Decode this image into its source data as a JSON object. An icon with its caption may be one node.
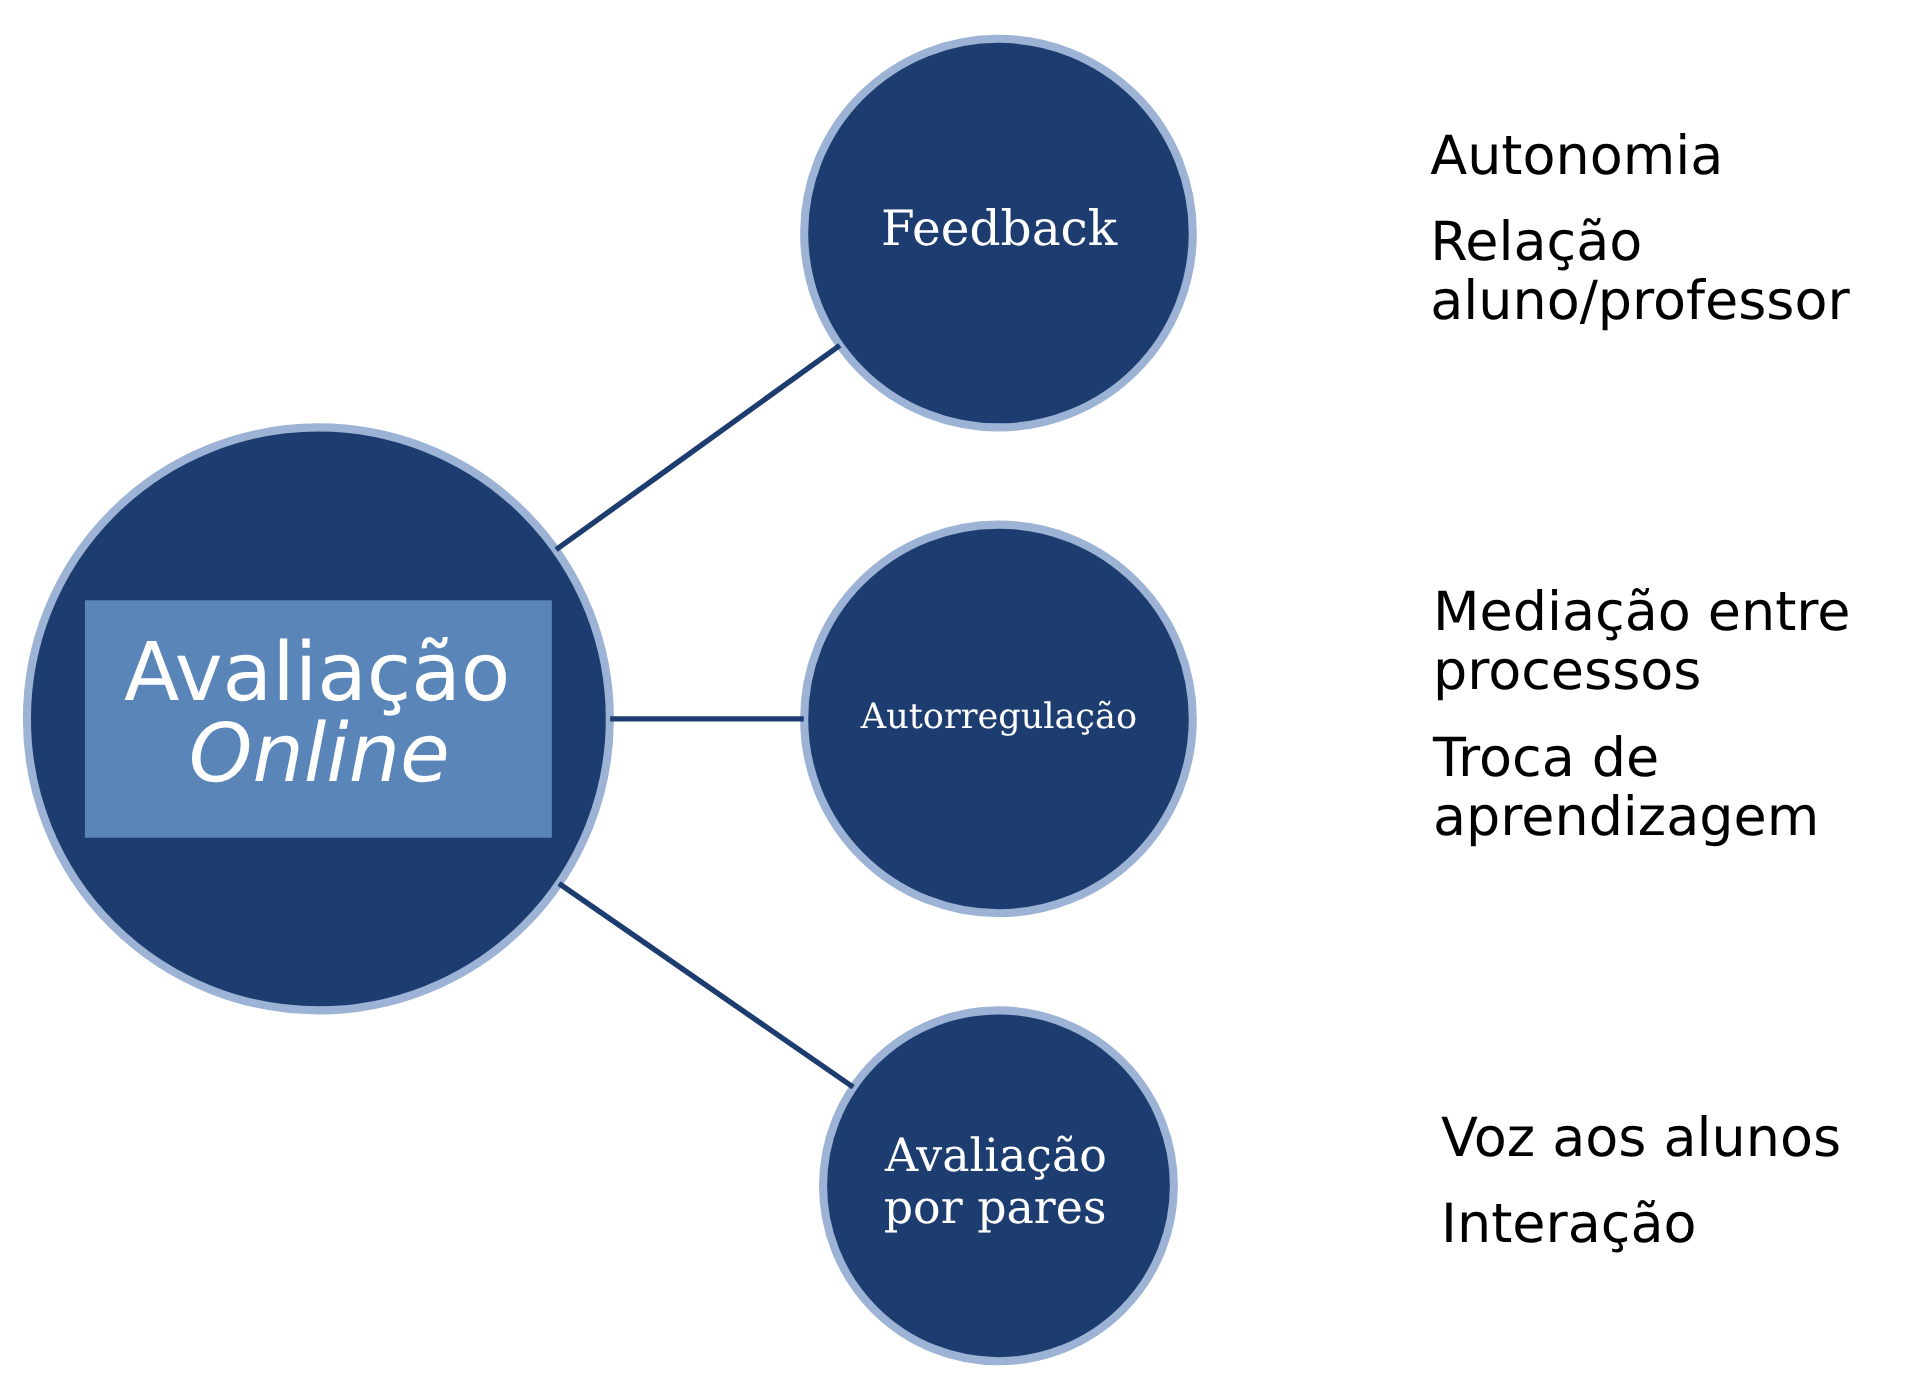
{
  "diagram": {
    "nodes": [
      {
        "text": [
          "Avaliação *Online*"
        ]
      },
      {
        "text": [
          "Feedback"
        ],
        "beside": [
          "Autonomia",
          "Relação aluno/professor"
        ]
      },
      {
        "text": [
          "Autorregulação"
        ],
        "beside": [
          "Mediação entre processos",
          "Troca de aprendizagem"
        ]
      },
      {
        "text": [
          "Avaliação por pares"
        ],
        "beside": [
          "Voz aos alunos",
          "Interação"
        ]
      }
    ],
    "edges": [
      {
        "from": 0,
        "to": 1,
        "arrow": "none"
      },
      {
        "from": 0,
        "to": 2,
        "arrow": "none"
      },
      {
        "from": 0,
        "to": 3,
        "arrow": "none"
      }
    ]
  }
}
